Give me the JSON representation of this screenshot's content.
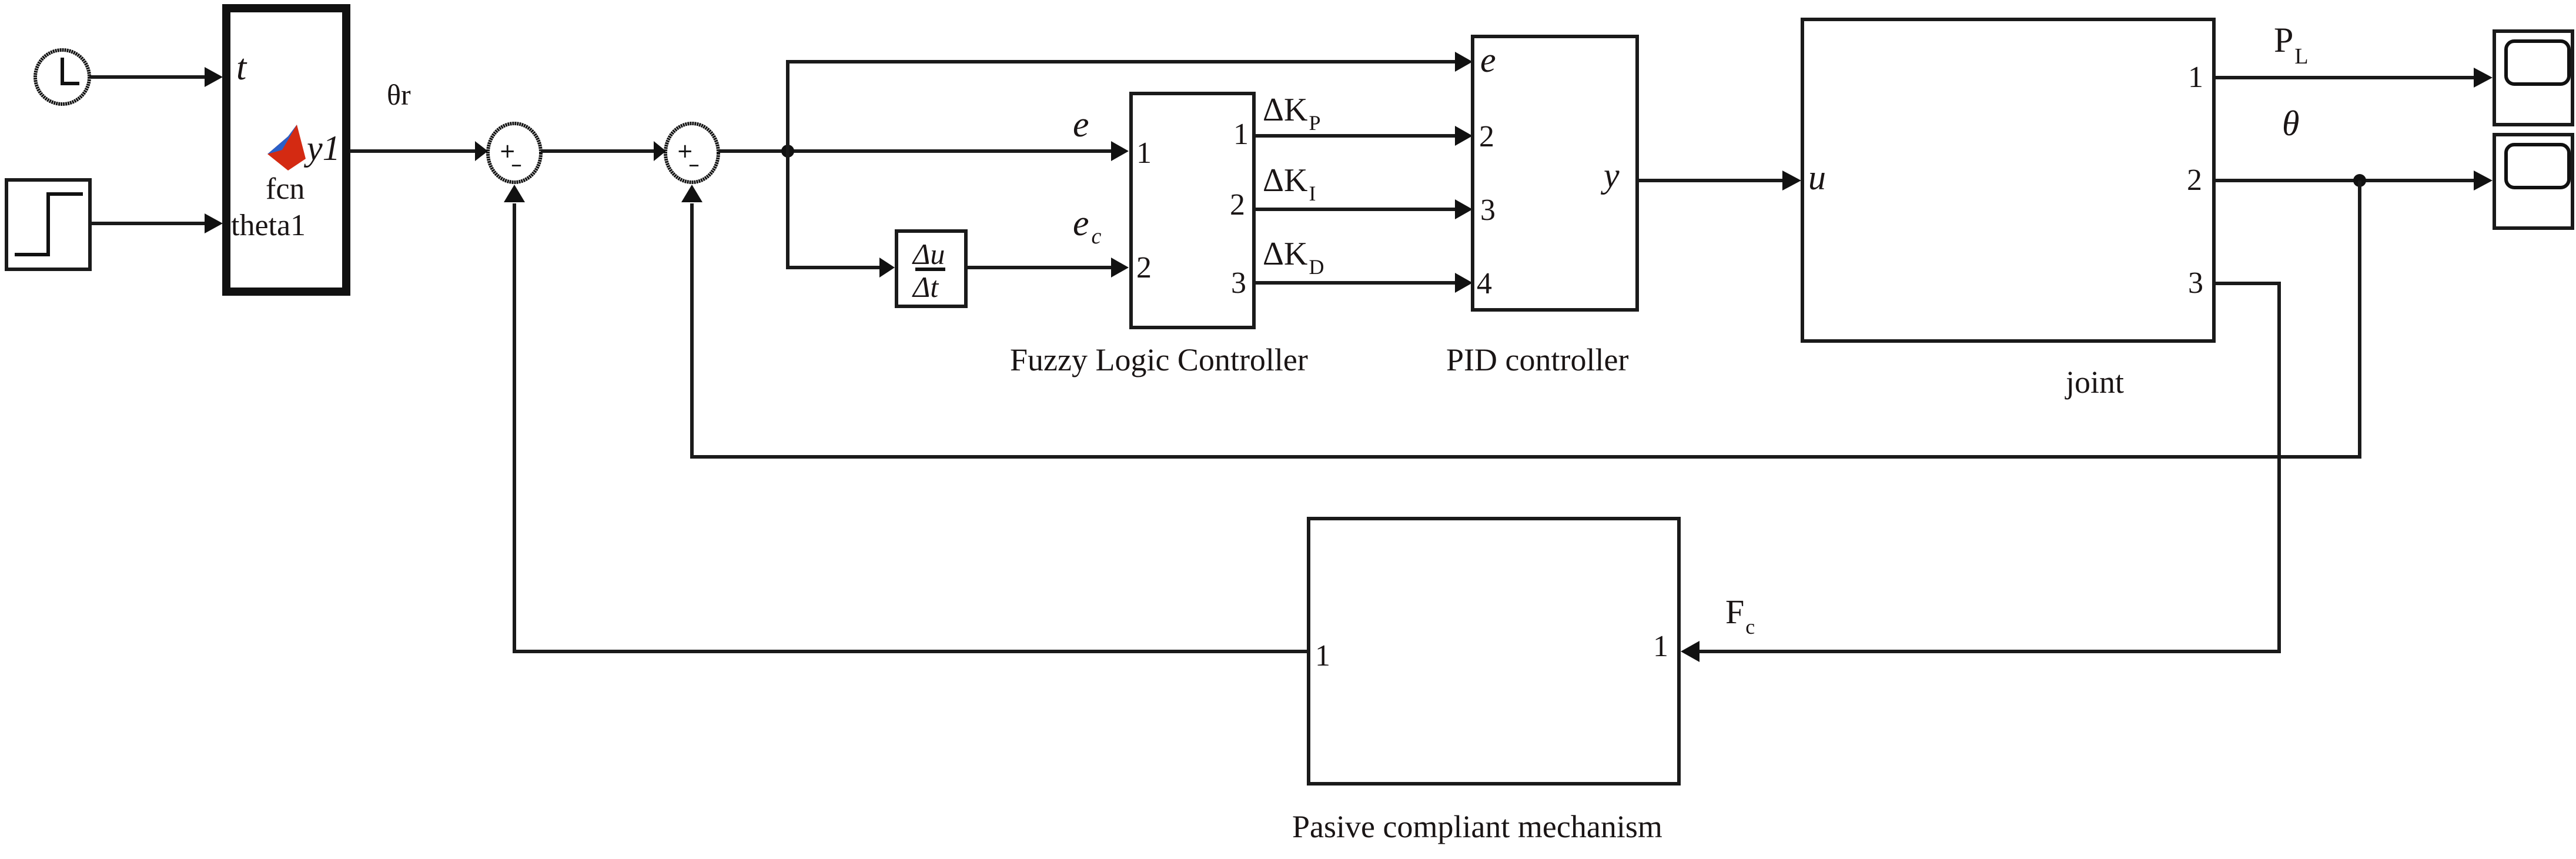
{
  "diagram": {
    "type": "simulink-block-diagram",
    "blocks": {
      "clock": {
        "icon": "clock-icon"
      },
      "step": {
        "icon": "step-icon"
      },
      "fcn": {
        "name": "fcn",
        "input_t": "t",
        "input_theta": "theta1",
        "output": "y1",
        "icon": "matlab-logo-icon"
      },
      "sum1": {
        "plus": "+",
        "minus": "–"
      },
      "sum2": {
        "plus": "+",
        "minus": "–"
      },
      "derivative": {
        "num": "Δu",
        "den": "Δt"
      },
      "fuzzy": {
        "name": "Fuzzy Logic Controller",
        "in_ports": [
          "1",
          "2"
        ],
        "out_ports": [
          "1",
          "2",
          "3"
        ]
      },
      "pid": {
        "name": "PID controller",
        "in_ports": [
          "e",
          "2",
          "3",
          "4"
        ],
        "output": "y"
      },
      "joint": {
        "name": "joint",
        "input": "u",
        "out_ports": [
          "1",
          "2",
          "3"
        ]
      },
      "passive": {
        "name": "Pasive compliant mechanism",
        "in_port": "1",
        "out_port": "1"
      },
      "scope1": {
        "icon": "scope-icon"
      },
      "scope2": {
        "icon": "scope-icon"
      }
    },
    "signals": {
      "theta_r": "θr",
      "e": "e",
      "ec_main": "e",
      "ec_sub": "c",
      "dkp_main": "ΔK",
      "dkp_sub": "P",
      "dki_main": "ΔK",
      "dki_sub": "I",
      "dkd_main": "ΔK",
      "dkd_sub": "D",
      "pl_main": "P",
      "pl_sub": "L",
      "theta": "θ",
      "fc_main": "F",
      "fc_sub": "c"
    }
  }
}
